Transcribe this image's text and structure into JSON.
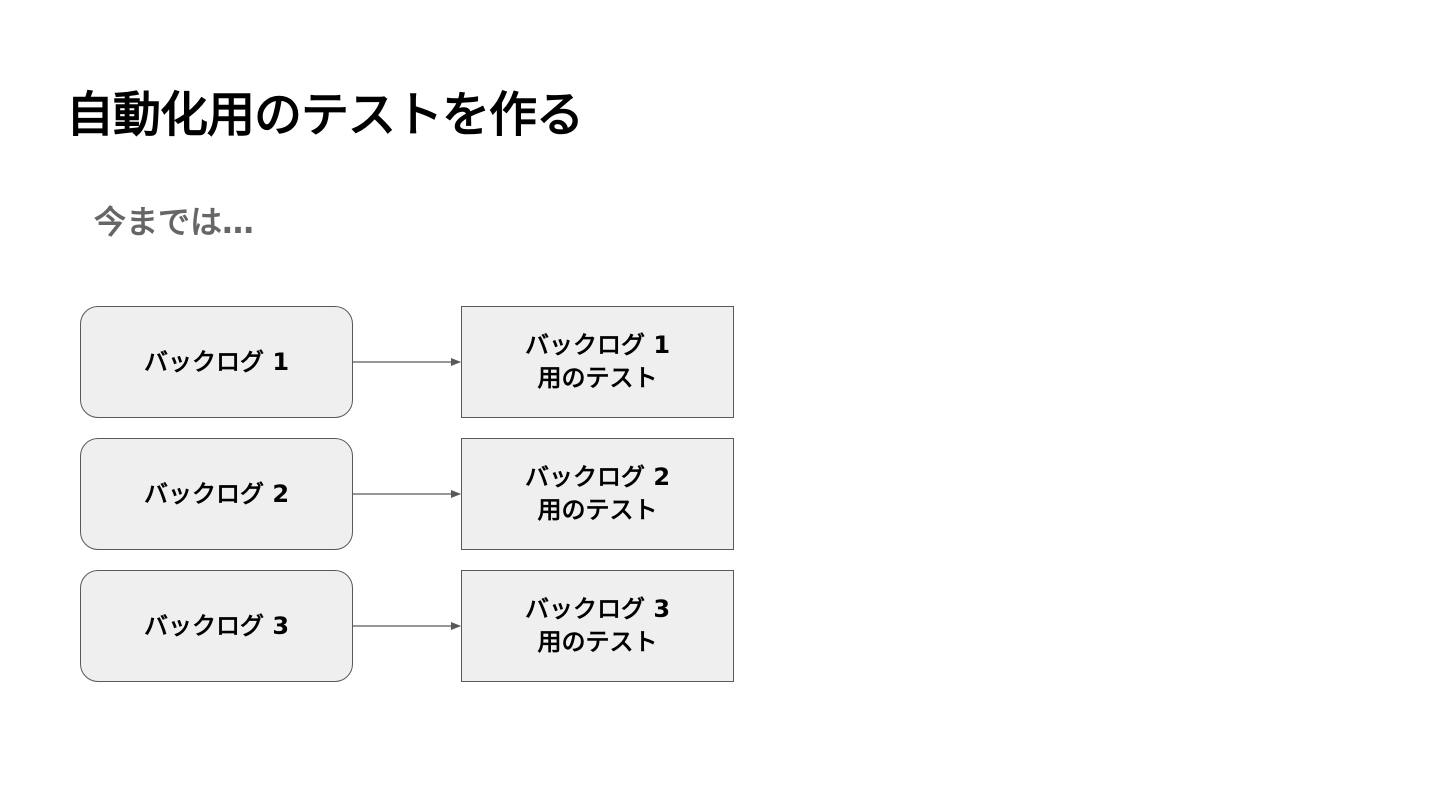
{
  "slide": {
    "title": "自動化用のテストを作る",
    "subtitle": "今までは…"
  },
  "rows": [
    {
      "backlog": "バックログ 1",
      "test": "バックログ 1\n用のテスト"
    },
    {
      "backlog": "バックログ 2",
      "test": "バックログ 2\n用のテスト"
    },
    {
      "backlog": "バックログ 3",
      "test": "バックログ 3\n用のテスト"
    }
  ],
  "colors": {
    "box_fill": "#efefef",
    "box_border": "#595959",
    "subtitle": "#666666"
  }
}
